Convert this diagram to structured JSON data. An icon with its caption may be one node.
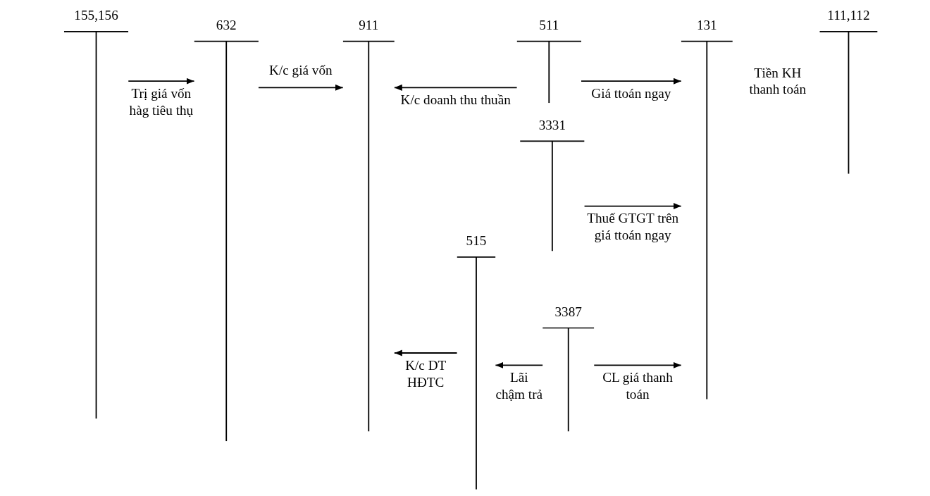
{
  "diagram": {
    "nodes": [
      {
        "text": [
          "155,156"
        ]
      },
      {
        "text": [
          "632"
        ]
      },
      {
        "text": [
          "911"
        ]
      },
      {
        "text": [
          "511"
        ]
      },
      {
        "text": [
          "131"
        ]
      },
      {
        "text": [
          "111,112"
        ]
      },
      {
        "text": [
          "3331"
        ]
      },
      {
        "text": [
          "515"
        ]
      },
      {
        "text": [
          "3387"
        ]
      }
    ],
    "edges": [
      {
        "from": 0,
        "to": 1,
        "arrow": "to",
        "label": "Trị giá vốn hàg tiêu thụ"
      },
      {
        "from": 1,
        "to": 2,
        "arrow": "to",
        "label": "K/c giá vốn"
      },
      {
        "from": 3,
        "to": 2,
        "arrow": "to",
        "label": "K/c doanh thu thuần"
      },
      {
        "from": 3,
        "to": 4,
        "arrow": "to",
        "label": "Giá ttoán ngay"
      },
      {
        "from": 6,
        "to": 4,
        "arrow": "to",
        "label": "Thuế GTGT trên giá ttoán ngay"
      },
      {
        "from": 7,
        "to": 2,
        "arrow": "to",
        "label": "K/c DT HĐTC"
      },
      {
        "from": 8,
        "to": 7,
        "arrow": "to",
        "label": "Lãi chậm trả"
      },
      {
        "from": 8,
        "to": 4,
        "arrow": "to",
        "label": "CL giá thanh toán"
      }
    ],
    "labels": [
      "Tiền KH thanh toán"
    ]
  }
}
